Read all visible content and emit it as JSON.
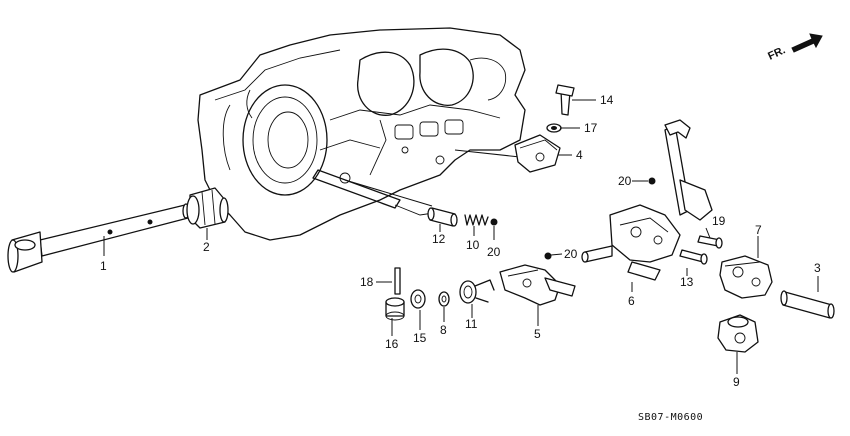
{
  "direction_label": "FR.",
  "diagram_code": "SB07-M0600",
  "callouts": {
    "c1": "1",
    "c2": "2",
    "c3": "3",
    "c4": "4",
    "c5": "5",
    "c6": "6",
    "c7": "7",
    "c8": "8",
    "c9": "9",
    "c10": "10",
    "c11": "11",
    "c12": "12",
    "c13": "13",
    "c14": "14",
    "c15": "15",
    "c16": "16",
    "c17": "17",
    "c18": "18",
    "c19": "19",
    "c20a": "20",
    "c20b": "20",
    "c20c": "20"
  },
  "colors": {
    "ink": "#111111",
    "paper": "#ffffff"
  }
}
